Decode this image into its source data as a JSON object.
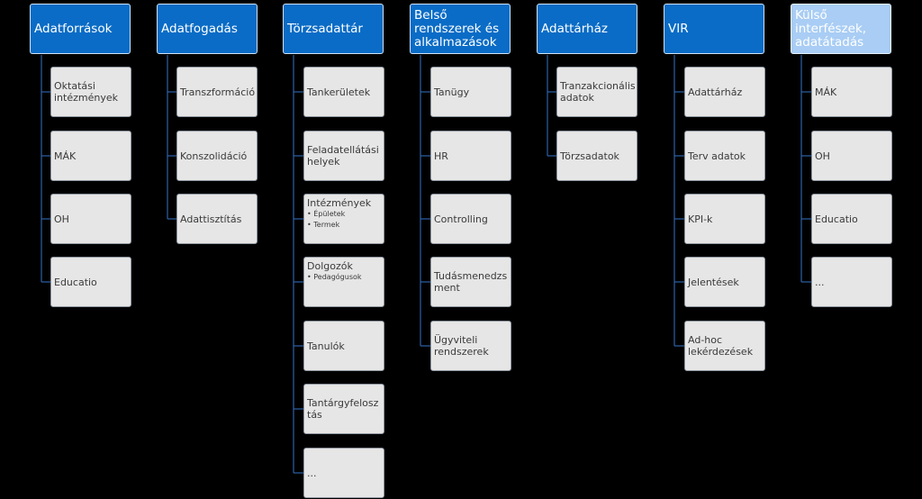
{
  "columns": [
    {
      "header": "Adatforrások",
      "items": [
        "Oktatási intézmények",
        "MÁK",
        "OH",
        "Educatio"
      ]
    },
    {
      "header": "Adatfogadás",
      "items": [
        "Transzformáció",
        "Konszolidáció",
        "Adattisztítás"
      ]
    },
    {
      "header": "Törzsadattár",
      "items": [
        "Tankerületek",
        "Feladatellátási helyek",
        "Intézmények",
        "Dolgozók",
        "Tanulók",
        "Tantárgyfelosztás",
        "..."
      ],
      "subitems": {
        "intezmenyek": [
          "• Épületek",
          "• Termek"
        ],
        "dolgozok": [
          "• Pedagógusok"
        ]
      }
    },
    {
      "header": "Belső rendszerek és alkalmazások",
      "items": [
        "Tanügy",
        "HR",
        "Controlling",
        "Tudásmenedzsment",
        "Ügyviteli rendszerek"
      ]
    },
    {
      "header": "Adattárház",
      "items": [
        "Tranzakcionális adatok",
        "Törzsadatok"
      ]
    },
    {
      "header": "VIR",
      "items": [
        "Adattárház",
        "Terv adatok",
        "KPI-k",
        "Jelentések",
        "Ad-hoc lekérdezések"
      ]
    },
    {
      "header": "Külső interfészek, adatátadás",
      "items": [
        "MÁK",
        "OH",
        "Educatio",
        "..."
      ]
    }
  ]
}
